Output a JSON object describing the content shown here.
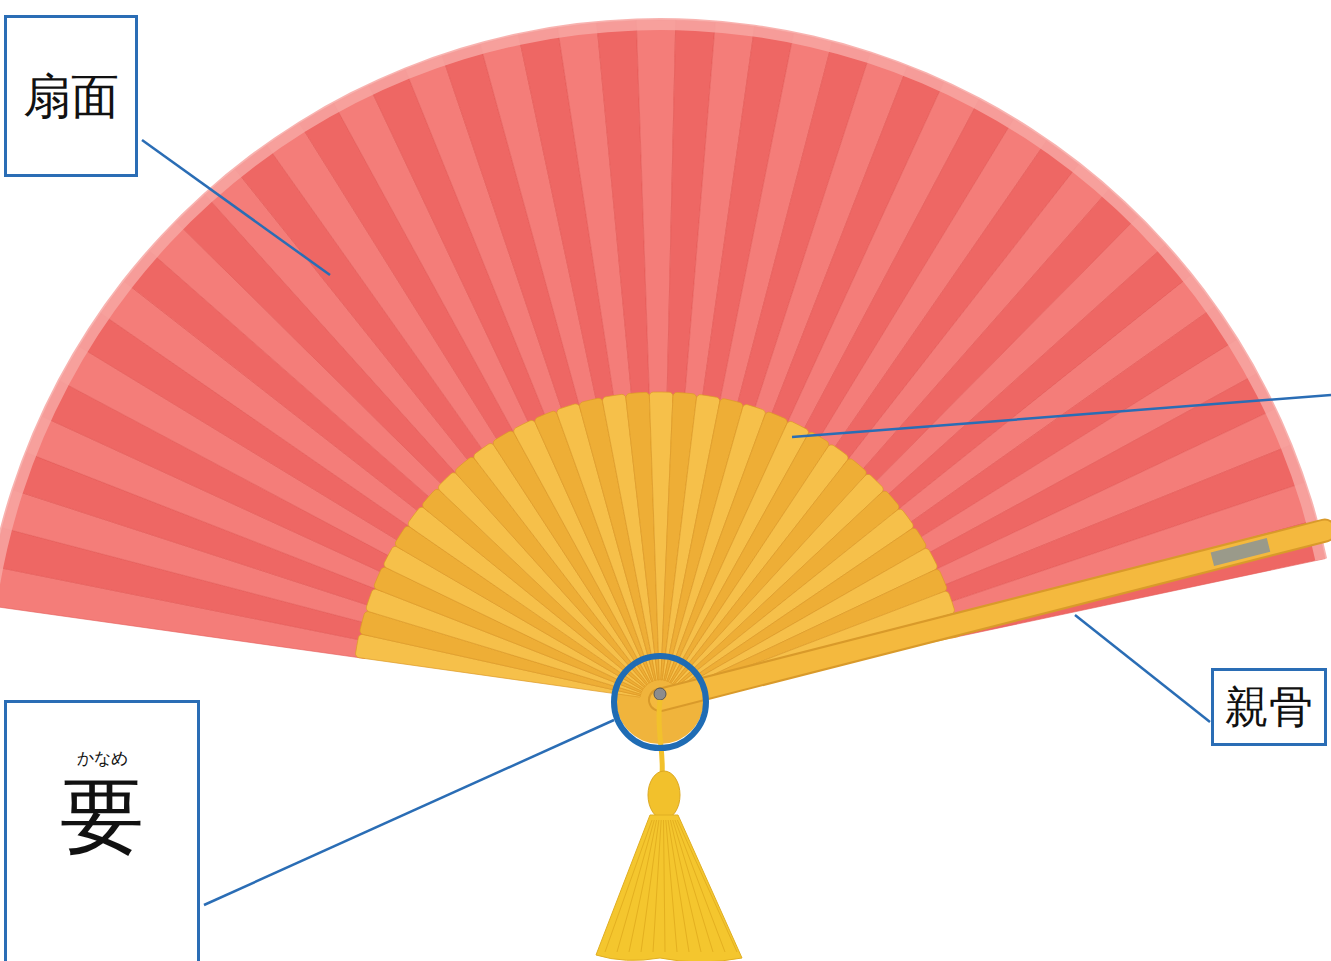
{
  "diagram": {
    "nodes": [
      {
        "text": [
          "扇面"
        ]
      },
      {
        "text": [
          "かなめ",
          "要"
        ]
      },
      {
        "text": [
          "親骨"
        ]
      }
    ]
  }
}
